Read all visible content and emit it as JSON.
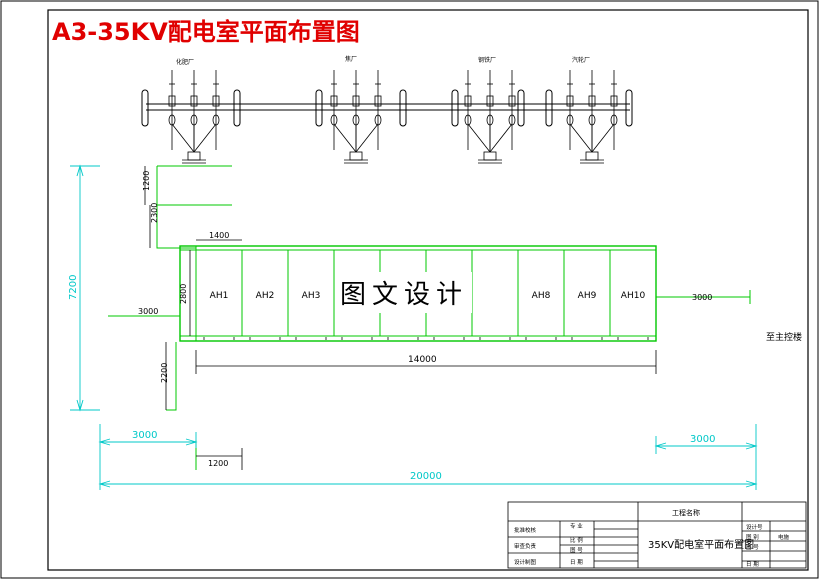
{
  "title": "A3-35KV配电室平面布置图",
  "watermark": "图文设计",
  "feeders": [
    "化肥厂",
    "焦厂",
    "钢铁厂",
    "汽轮厂"
  ],
  "cabinets": [
    "AH1",
    "AH2",
    "AH3",
    "",
    "",
    "",
    "",
    "AH8",
    "AH9",
    "AH10"
  ],
  "dimensions": {
    "d1200_top": "1200",
    "d2300": "2300",
    "d7200": "7200",
    "d1400": "1400",
    "d2800": "2800",
    "d3000_left": "3000",
    "d3000_right": "3000",
    "d14000": "14000",
    "d2200": "2200",
    "d3000_bottom_left": "3000",
    "d1200_bottom": "1200",
    "d3000_bottom_right": "3000",
    "d20000": "20000"
  },
  "to_main": "至主控楼",
  "title_block": {
    "project_label": "工程名称",
    "drawing_title": "35KV配电室平面布置图",
    "left_labels": [
      "批准校核",
      "审查负责",
      "设计制图"
    ],
    "mid_labels": [
      "专  业",
      "比  例",
      "图  号",
      "日  期"
    ],
    "right_labels": [
      "设计号",
      "图  别",
      "图  号",
      "日  期"
    ],
    "discipline": "电施"
  },
  "colors": {
    "line": "#000000",
    "green": "#00c800",
    "cyan": "#00c8c8",
    "title_red": "#e00000"
  }
}
